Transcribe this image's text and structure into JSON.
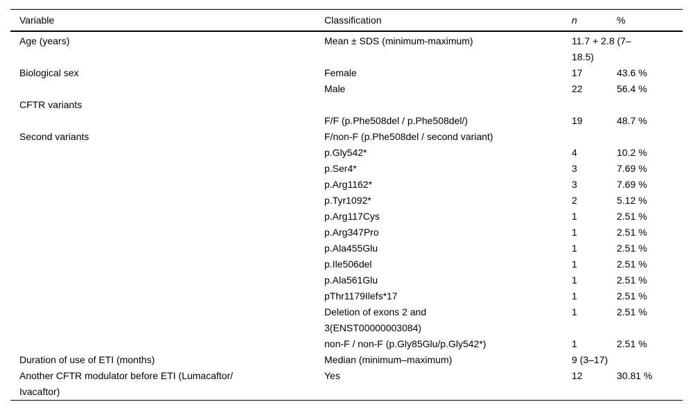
{
  "table": {
    "columns": [
      "Variable",
      "Classification",
      "n",
      "%"
    ],
    "rows": [
      {
        "variable": "Age (years)",
        "classification": "Mean ± SDS (minimum-maximum)",
        "n": "11.7 + 2.8 (7–\n18.5)",
        "pct": ""
      },
      {
        "variable": "Biological sex",
        "classification": "Female",
        "n": "17",
        "pct": "43.6 %"
      },
      {
        "variable": "",
        "classification": "Male",
        "n": "22",
        "pct": "56.4 %"
      },
      {
        "variable": "CFTR variants",
        "classification": "",
        "n": "",
        "pct": ""
      },
      {
        "variable": "",
        "classification": "F/F (p.Phe508del / p.Phe508del/)",
        "n": "19",
        "pct": "48.7 %"
      },
      {
        "variable": "Second variants",
        "classification": "F/non-F (p.Phe508del / second variant)",
        "n": "",
        "pct": ""
      },
      {
        "variable": "",
        "classification": "p.Gly542*",
        "n": "4",
        "pct": "10.2 %"
      },
      {
        "variable": "",
        "classification": "p.Ser4*",
        "n": "3",
        "pct": "7.69 %"
      },
      {
        "variable": "",
        "classification": "p.Arg1162*",
        "n": "3",
        "pct": "7.69 %"
      },
      {
        "variable": "",
        "classification": "p.Tyr1092*",
        "n": "2",
        "pct": "5.12 %"
      },
      {
        "variable": "",
        "classification": "p.Arg117Cys",
        "n": "1",
        "pct": "2.51 %"
      },
      {
        "variable": "",
        "classification": "p.Arg347Pro",
        "n": "1",
        "pct": "2.51 %"
      },
      {
        "variable": "",
        "classification": "p.Ala455Glu",
        "n": "1",
        "pct": "2.51 %"
      },
      {
        "variable": "",
        "classification": "p.Ile506del",
        "n": "1",
        "pct": "2.51 %"
      },
      {
        "variable": "",
        "classification": "p.Ala561Glu",
        "n": "1",
        "pct": "2.51 %"
      },
      {
        "variable": "",
        "classification": "pThr1179Ilefs*17",
        "n": "1",
        "pct": "2.51 %"
      },
      {
        "variable": "",
        "classification": "Deletion of exons 2 and\n3(ENST00000003084)",
        "n": "1",
        "pct": "2.51 %"
      },
      {
        "variable": "",
        "classification": "non-F / non-F (p.Gly85Glu/p.Gly542*)",
        "n": "1",
        "pct": "2.51 %"
      },
      {
        "variable": "Duration of use of ETI (months)",
        "classification": "Median (minimum–maximum)",
        "n": "9 (3–17)",
        "pct": ""
      },
      {
        "variable": "Another CFTR modulator before ETI (Lumacaftor/\nIvacaftor)",
        "classification": "Yes",
        "n": "12",
        "pct": "30.81 %"
      }
    ]
  }
}
